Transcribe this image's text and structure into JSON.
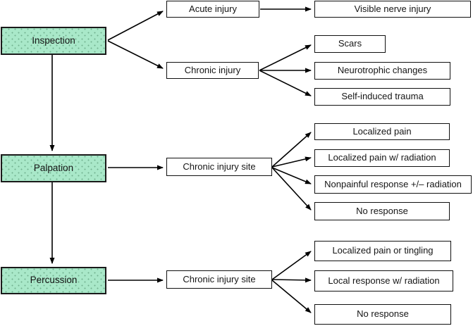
{
  "diagram": {
    "type": "flowchart",
    "description": "Physical examination flow for nerve injury assessment",
    "colors": {
      "background": "#ffffff",
      "stage_fill": "#a9e8c9",
      "stage_dot": "#74b291",
      "box_border": "#101010",
      "arrow": "#000000"
    },
    "nodes": {
      "inspection": "Inspection",
      "palpation": "Palpation",
      "percussion": "Percussion",
      "acute_injury": "Acute injury",
      "chronic_injury": "Chronic injury",
      "visible_nerve_injury": "Visible nerve injury",
      "scars": "Scars",
      "neurotrophic_changes": "Neurotrophic changes",
      "self_induced_trauma": "Self-induced trauma",
      "chronic_injury_site_palpation": "Chronic injury site",
      "localized_pain": "Localized pain",
      "localized_pain_w_radiation": "Localized pain w/ radiation",
      "nonpainful_response": "Nonpainful response +/– radiation",
      "no_response_palpation": "No response",
      "chronic_injury_site_percussion": "Chronic injury site",
      "localized_pain_or_tingling": "Localized pain or tingling",
      "local_response_w_radiation": "Local response w/ radiation",
      "no_response_percussion": "No response"
    },
    "edges": [
      [
        "inspection",
        "acute_injury"
      ],
      [
        "inspection",
        "chronic_injury"
      ],
      [
        "inspection",
        "palpation"
      ],
      [
        "acute_injury",
        "visible_nerve_injury"
      ],
      [
        "chronic_injury",
        "scars"
      ],
      [
        "chronic_injury",
        "neurotrophic_changes"
      ],
      [
        "chronic_injury",
        "self_induced_trauma"
      ],
      [
        "palpation",
        "chronic_injury_site_palpation"
      ],
      [
        "palpation",
        "percussion"
      ],
      [
        "chronic_injury_site_palpation",
        "localized_pain"
      ],
      [
        "chronic_injury_site_palpation",
        "localized_pain_w_radiation"
      ],
      [
        "chronic_injury_site_palpation",
        "nonpainful_response"
      ],
      [
        "chronic_injury_site_palpation",
        "no_response_palpation"
      ],
      [
        "percussion",
        "chronic_injury_site_percussion"
      ],
      [
        "chronic_injury_site_percussion",
        "localized_pain_or_tingling"
      ],
      [
        "chronic_injury_site_percussion",
        "local_response_w_radiation"
      ],
      [
        "chronic_injury_site_percussion",
        "no_response_percussion"
      ]
    ]
  }
}
